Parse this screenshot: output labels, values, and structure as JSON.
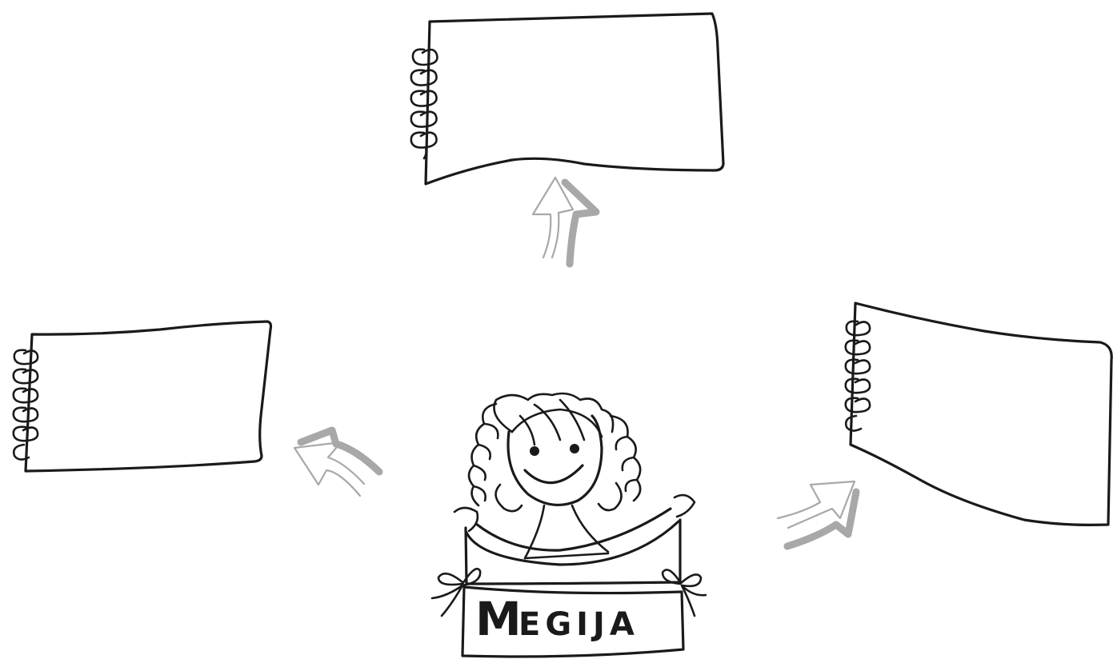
{
  "banner": {
    "initial": "M",
    "rest": "EGIJA"
  },
  "colors": {
    "ink": "#1a1a1a",
    "arrow": "#a8a8a8",
    "background": "#ffffff"
  },
  "notepads": [
    {
      "name": "notepad-top",
      "text": ""
    },
    {
      "name": "notepad-left",
      "text": ""
    },
    {
      "name": "notepad-right",
      "text": ""
    }
  ]
}
